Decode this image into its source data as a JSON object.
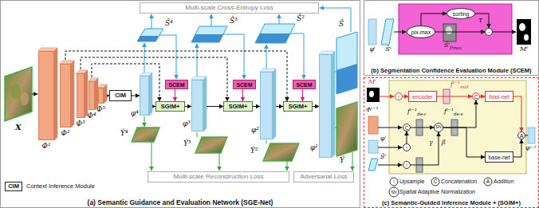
{
  "diagram": {
    "nodes": [
      {
        "text": [
          "(a) Semantic Guidance and Evaluation Network (SGE-Net)"
        ]
      },
      {
        "text": [
          "Multi-scale Cross-Entropy Loss"
        ],
        "in": 0
      },
      {
        "text": [
          "Φ¹"
        ],
        "in": 0
      },
      {
        "text": [
          "Φ²"
        ],
        "in": 0
      },
      {
        "text": [
          "Φ³"
        ],
        "in": 0
      },
      {
        "text": [
          "Φ⁴"
        ],
        "in": 0
      },
      {
        "text": [
          "Φ⁵"
        ],
        "in": 0
      },
      {
        "text": [
          "CIM"
        ],
        "in": 0
      },
      {
        "text": [
          "φ⁴"
        ],
        "in": 0
      },
      {
        "text": [
          "SCEM"
        ],
        "in": 0
      },
      {
        "text": [
          "SGIM+"
        ],
        "in": 0
      },
      {
        "text": [
          "φ³"
        ],
        "in": 0
      },
      {
        "text": [
          "SCEM"
        ],
        "in": 0
      },
      {
        "text": [
          "SGIM+"
        ],
        "in": 0
      },
      {
        "text": [
          "φ²"
        ],
        "in": 0
      },
      {
        "text": [
          "SCEM"
        ],
        "in": 0
      },
      {
        "text": [
          "SGIM+"
        ],
        "in": 0
      },
      {
        "text": [
          "φ¹"
        ],
        "in": 0
      },
      {
        "text": [
          "Multi-scale Reconstruction Loss"
        ],
        "in": 0
      },
      {
        "text": [
          "Adversarial Loss"
        ],
        "in": 0
      },
      {
        "text": [
          "CIM",
          "Context Inference Module"
        ],
        "in": 0
      },
      {
        "text": [
          "(b) Segmentation Confidence Evaluation Module (SCEM)"
        ]
      },
      {
        "text": [
          "pix-max"
        ],
        "in": 21
      },
      {
        "text": [
          "sorting"
        ],
        "in": 21
      },
      {
        "text": [
          "-"
        ],
        "in": 21
      },
      {
        "text": [
          "(c) Semantic-Guided Inference Module + (SGIM+)"
        ]
      },
      {
        "text": [
          "↑"
        ],
        "in": 25
      },
      {
        "text": [
          "encoder"
        ],
        "in": 25
      },
      {
        "text": [
          "C"
        ],
        "in": 25
      },
      {
        "text": [
          "bias-net"
        ],
        "in": 25
      },
      {
        "text": [
          "↑"
        ],
        "in": 25
      },
      {
        "text": [
          "C"
        ],
        "in": 25
      },
      {
        "text": [
          "SN"
        ],
        "in": 25
      },
      {
        "text": [
          "↑"
        ],
        "in": 25
      },
      {
        "text": [
          "base-net"
        ],
        "in": 25
      },
      {
        "text": [
          "A"
        ],
        "in": 25
      }
    ],
    "edges": [
      {
        "from": 6,
        "to": 7,
        "arrow": "to"
      },
      {
        "from": 7,
        "to": 8,
        "arrow": "to"
      },
      {
        "from": 8,
        "to": 10,
        "arrow": "to"
      },
      {
        "from": 10,
        "to": 11,
        "arrow": "to"
      },
      {
        "from": 11,
        "to": 13,
        "arrow": "to"
      },
      {
        "from": 13,
        "to": 14,
        "arrow": "to"
      },
      {
        "from": 14,
        "to": 16,
        "arrow": "to"
      },
      {
        "from": 16,
        "to": 17,
        "arrow": "to"
      },
      {
        "from": 9,
        "to": 10,
        "arrow": "to"
      },
      {
        "from": 12,
        "to": 13,
        "arrow": "to"
      },
      {
        "from": 15,
        "to": 16,
        "arrow": "to"
      },
      {
        "from": 5,
        "to": 10,
        "arrow": "to"
      },
      {
        "from": 4,
        "to": 13,
        "arrow": "to"
      },
      {
        "from": 3,
        "to": 16,
        "arrow": "to"
      },
      {
        "from": 22,
        "to": 23,
        "arrow": "to"
      },
      {
        "from": 23,
        "to": 24,
        "arrow": "to"
      },
      {
        "from": 22,
        "to": 24,
        "arrow": "to"
      },
      {
        "from": 26,
        "to": 27,
        "arrow": "to"
      },
      {
        "from": 27,
        "to": 28,
        "arrow": "to"
      },
      {
        "from": 28,
        "to": 29,
        "arrow": "to"
      },
      {
        "from": 29,
        "to": 35,
        "arrow": "to"
      },
      {
        "from": 30,
        "to": 31,
        "arrow": "to"
      },
      {
        "from": 31,
        "to": 32,
        "arrow": "to"
      },
      {
        "from": 32,
        "to": 28,
        "arrow": "to"
      },
      {
        "from": 32,
        "to": 34,
        "arrow": "to"
      },
      {
        "from": 33,
        "to": 32,
        "arrow": "to"
      },
      {
        "from": 34,
        "to": 35,
        "arrow": "to"
      }
    ],
    "labels": [
      "X",
      "Ŝ⁴",
      "Ŝ³",
      "Ŝ²",
      "Ŝ",
      "Ŷ⁴",
      "Ŷ³",
      "Ŷ²",
      "Ŷ",
      "φⁱ",
      "Ŝⁱ",
      "Ŝⁱ",
      "Pmax",
      "τ",
      "Mⁱ",
      "Mⁱ",
      "Φⁱ⁻¹",
      "φⁱ",
      "Ŝⁱ",
      "fⁱ⁻¹",
      "mid",
      "fⁱ⁻¹",
      "de-c",
      "fⁱ⁻¹",
      "de-s",
      "γ",
      "β",
      "φⁱ⁻¹",
      "↑",
      "C",
      "A",
      "SN"
    ],
    "legend": [
      {
        "text": "Upsample"
      },
      {
        "text": "Concatenation"
      },
      {
        "text": "Addition"
      },
      {
        "text": "Spatial Adaptive Normalization"
      }
    ]
  }
}
